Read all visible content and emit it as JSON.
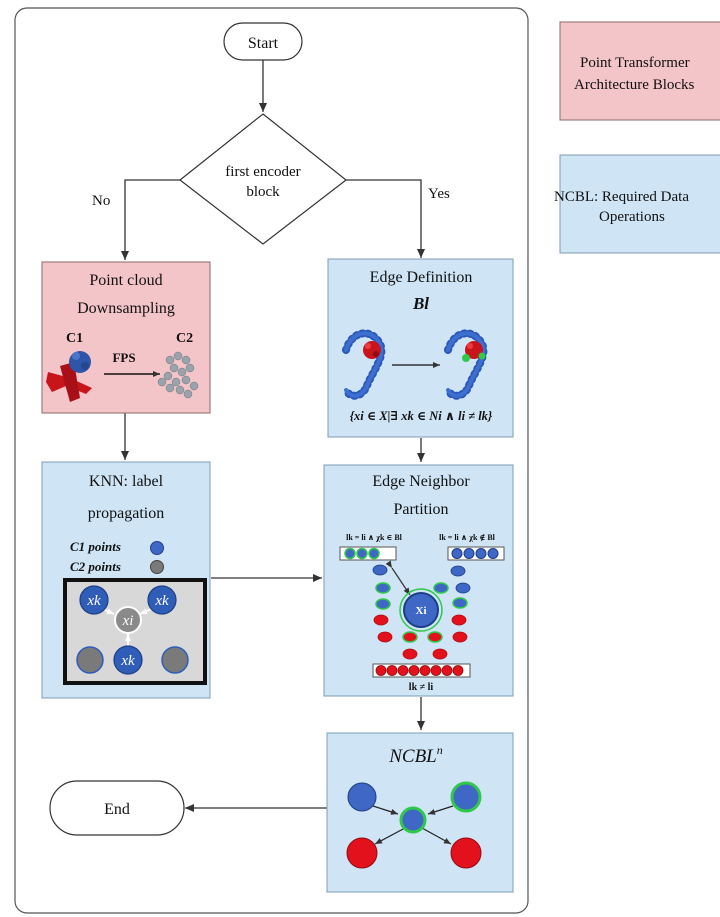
{
  "flow": {
    "start": "Start",
    "end": "End",
    "decision": {
      "line1": "first encoder",
      "line2": "block"
    },
    "branch_no": "No",
    "branch_yes": "Yes"
  },
  "downsampling": {
    "title_line1": "Point cloud",
    "title_line2": "Downsampling",
    "c1": "C1",
    "c2": "C2",
    "method": "FPS"
  },
  "edge_definition": {
    "title": "Edge Definition",
    "symbol": "Bl",
    "formula": "{xi  ∈ X|∃ xk ∈ Ni  ∧ li ≠ lk}"
  },
  "knn": {
    "title_line1": "KNN: label",
    "title_line2": "propagation",
    "legend_c1": "C1 points",
    "legend_c2": "C2 points",
    "node_xk": "xk",
    "node_xi": "xi"
  },
  "edge_neighbor": {
    "title_line1": "Edge Neighbor",
    "title_line2": "Partition",
    "label_left": "lk = li ∧ χk ∈ Bl",
    "label_right": "lk = li ∧ χk ∉ Bl",
    "center": "Xi",
    "label_bottom": "lk ≠ li"
  },
  "ncbl": {
    "title_base": "NCBL",
    "title_sup": "n"
  },
  "legend": {
    "red_line1": "Point Transformer",
    "red_line2": "Architecture Blocks",
    "blue_line1": "NCBL: Required Data",
    "blue_line2": "Operations"
  },
  "colors": {
    "red_box": "#f4c5c8",
    "blue_box": "#cfe5f5",
    "node_blue": "#3f67c6",
    "node_red": "#e3111b",
    "node_green": "#2fc84a",
    "node_gray": "#7a7a7a"
  }
}
